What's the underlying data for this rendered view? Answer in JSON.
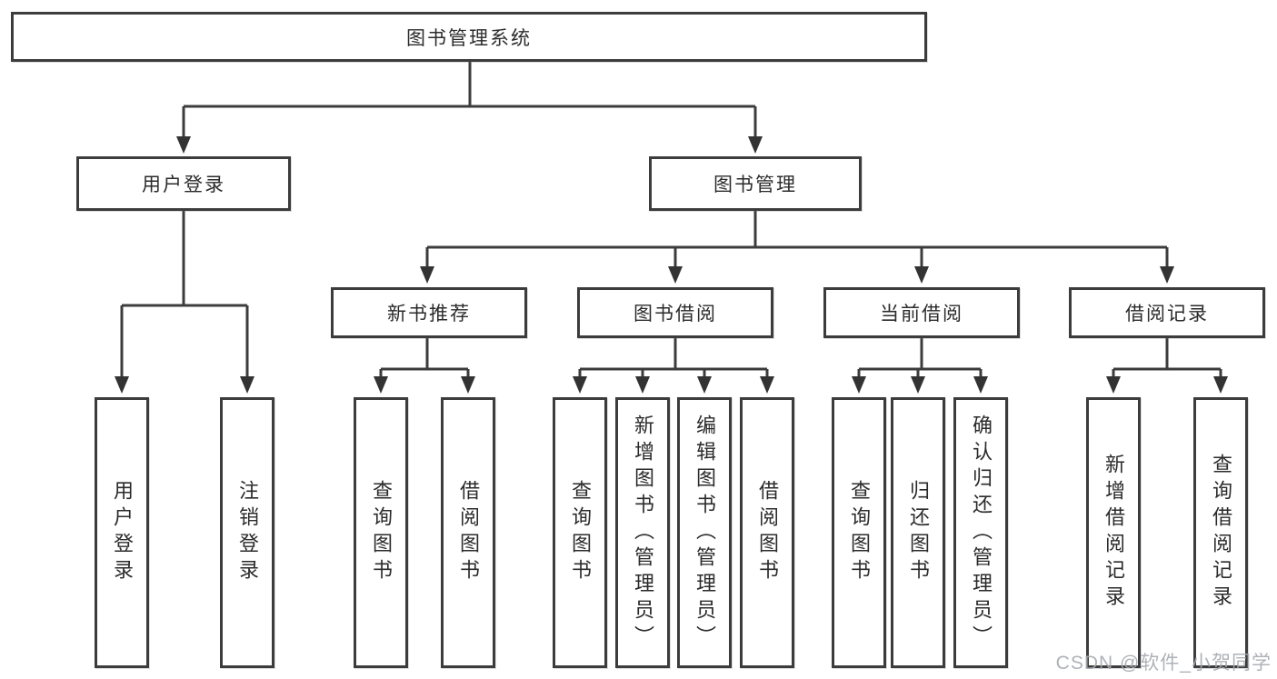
{
  "tree": {
    "label": "图书管理系统",
    "children": [
      {
        "label": "用户登录",
        "children": [
          {
            "label": "用户登录"
          },
          {
            "label": "注销登录"
          }
        ]
      },
      {
        "label": "图书管理",
        "children": [
          {
            "label": "新书推荐",
            "children": [
              {
                "label": "查询图书"
              },
              {
                "label": "借阅图书"
              }
            ]
          },
          {
            "label": "图书借阅",
            "children": [
              {
                "label": "查询图书"
              },
              {
                "label": "新增图书（管理员）"
              },
              {
                "label": "编辑图书（管理员）"
              },
              {
                "label": "借阅图书"
              }
            ]
          },
          {
            "label": "当前借阅",
            "children": [
              {
                "label": "查询图书"
              },
              {
                "label": "归还图书"
              },
              {
                "label": "确认归还（管理员）"
              }
            ]
          },
          {
            "label": "借阅记录",
            "children": [
              {
                "label": "新增借阅记录"
              },
              {
                "label": "查询借阅记录"
              }
            ]
          }
        ]
      }
    ]
  },
  "watermark": {
    "text": "CSDN @软件_小贺同学"
  },
  "colors": {
    "line": "#3c3c3c",
    "box_border": "#3c3c3c",
    "text": "#2b2b2b",
    "watermark": "#a6aab1",
    "background": "#ffffff"
  }
}
